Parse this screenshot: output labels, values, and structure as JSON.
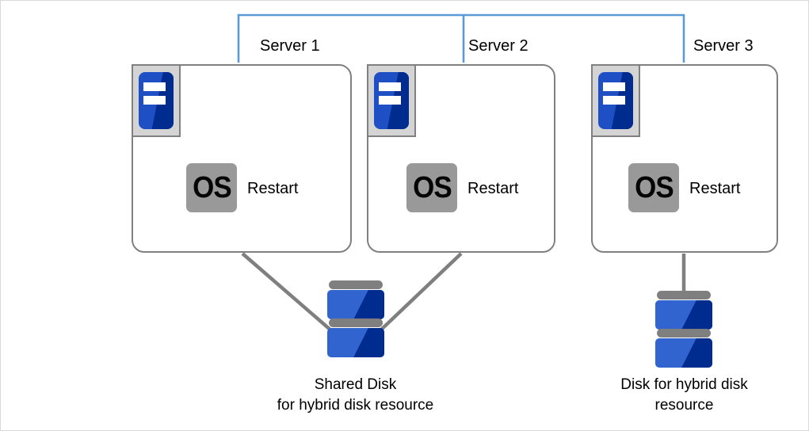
{
  "diagram": {
    "title": "Hybrid disk resource cluster diagram",
    "colors": {
      "bracket_blue": "#5b9bd5",
      "box_border_gray": "#808080",
      "icon_blue_light": "#3164ce",
      "icon_blue_dark": "#002b8f",
      "os_box_gray": "#999999",
      "connector_gray": "#7f7f7f",
      "frame_gray": "#d9d9d9"
    },
    "servers": [
      {
        "id": "server-1",
        "label": "Server 1",
        "icon": "server-icon",
        "os_badge": "OS",
        "status": "Restart"
      },
      {
        "id": "server-2",
        "label": "Server 2",
        "icon": "server-icon",
        "os_badge": "OS",
        "status": "Restart"
      },
      {
        "id": "server-3",
        "label": "Server 3",
        "icon": "server-icon",
        "os_badge": "OS",
        "status": "Restart"
      }
    ],
    "disks": [
      {
        "id": "shared-disk",
        "icon": "disk-icon",
        "caption_line_1": "Shared Disk",
        "caption_line_2": "for hybrid disk resource"
      },
      {
        "id": "hybrid-disk",
        "icon": "disk-icon",
        "caption_line_1": "Disk for hybrid disk",
        "caption_line_2": "resource"
      }
    ],
    "bracket": {
      "name": "server-group-bracket",
      "spans": [
        "Server 1",
        "Server 2"
      ]
    }
  }
}
